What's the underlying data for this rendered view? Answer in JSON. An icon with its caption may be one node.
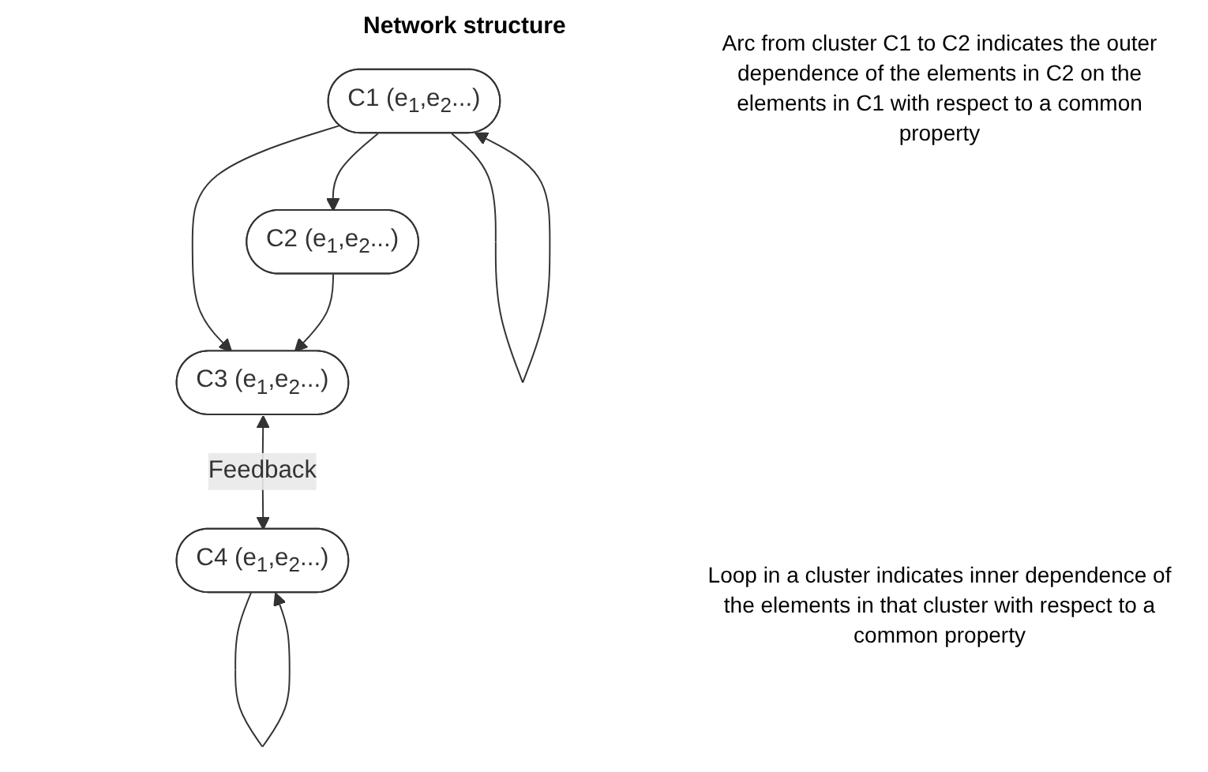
{
  "diagram": {
    "title": "Network structure",
    "nodes": [
      {
        "text": [
          "C2 (e$_{1}$,e$_{2}$...)"
        ]
      },
      {
        "text": [
          "C1 (e$_{1}$,e$_{2}$...)"
        ]
      },
      {
        "text": [
          "C3 (e$_{1}$,e$_{2}$...)"
        ]
      },
      {
        "text": [
          "C4 (e$_{1}$,e$_{2}$...)"
        ]
      }
    ],
    "edges": [
      {
        "from": 1,
        "to": 0,
        "arrow": "to"
      },
      {
        "from": 1,
        "to": 2,
        "arrow": "to"
      },
      {
        "from": 0,
        "to": 2,
        "arrow": "to"
      },
      {
        "from": 1,
        "to": 1,
        "arrow": "to"
      },
      {
        "from": 2,
        "to": 3,
        "arrow": "both",
        "label": "Feedback"
      },
      {
        "from": 3,
        "to": 3,
        "arrow": "to"
      }
    ],
    "labels": [
      "Arc from cluster C1 to C2 indicates the outer dependence of the elements in C2 on the elements in C1 with respect to a common property",
      "Loop in a cluster indicates inner dependence of the elements in that cluster with respect to a common property"
    ]
  }
}
